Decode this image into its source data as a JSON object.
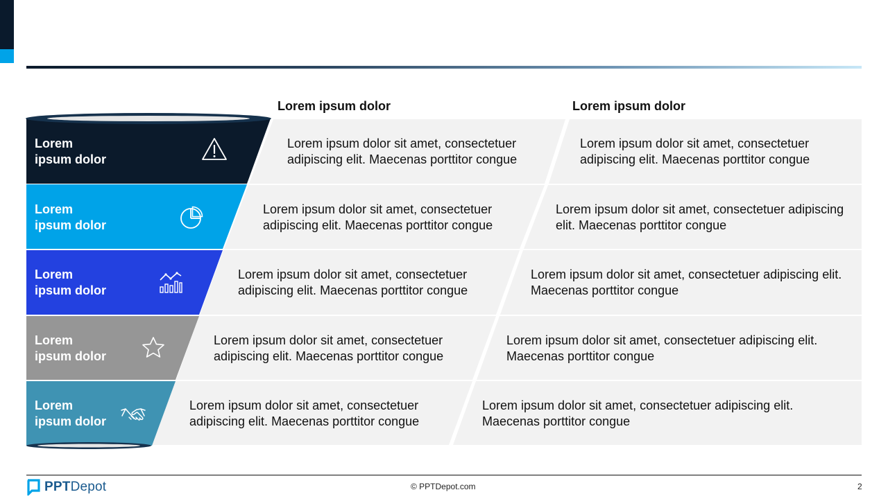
{
  "header": {
    "col1": "Lorem ipsum dolor",
    "col2": "Lorem ipsum dolor"
  },
  "rows": [
    {
      "label_line1": "Lorem",
      "label_line2": "ipsum dolor",
      "color": "#0b1a2b",
      "icon": "warning-icon",
      "col1": "Lorem ipsum dolor sit amet, consectetuer\nadipiscing elit. Maecenas porttitor congue",
      "col2": "Lorem ipsum dolor sit amet, consectetuer\nadipiscing elit. Maecenas porttitor congue"
    },
    {
      "label_line1": "Lorem",
      "label_line2": "ipsum dolor",
      "color": "#00a3e8",
      "icon": "pie-chart-icon",
      "col1": "Lorem ipsum dolor sit amet, consectetuer\nadipiscing elit. Maecenas porttitor congue",
      "col2": "Lorem ipsum dolor sit amet, consectetuer adipiscing\nelit. Maecenas porttitor congue"
    },
    {
      "label_line1": "Lorem",
      "label_line2": "ipsum dolor",
      "color": "#2341e0",
      "icon": "growth-chart-icon",
      "col1": "Lorem ipsum dolor sit amet, consectetuer\nadipiscing elit. Maecenas porttitor congue",
      "col2": "Lorem ipsum dolor sit amet, consectetuer adipiscing elit.\nMaecenas porttitor congue"
    },
    {
      "label_line1": "Lorem",
      "label_line2": "ipsum dolor",
      "color": "#969696",
      "icon": "star-icon",
      "col1": "Lorem ipsum dolor sit amet, consectetuer\nadipiscing elit. Maecenas porttitor congue",
      "col2": "Lorem ipsum dolor sit amet, consectetuer adipiscing elit.\nMaecenas porttitor congue"
    },
    {
      "label_line1": "Lorem",
      "label_line2": "ipsum dolor",
      "color": "#3f93b3",
      "icon": "handshake-icon",
      "col1": "Lorem ipsum dolor sit amet, consectetuer\nadipiscing elit. Maecenas porttitor congue",
      "col2": "Lorem ipsum dolor sit amet, consectetuer adipiscing elit.\nMaecenas porttitor congue"
    }
  ],
  "footer": {
    "logo_bold": "PPT",
    "logo_rest": "Depot",
    "copyright": "© PPTDepot.com",
    "page_number": "2"
  }
}
